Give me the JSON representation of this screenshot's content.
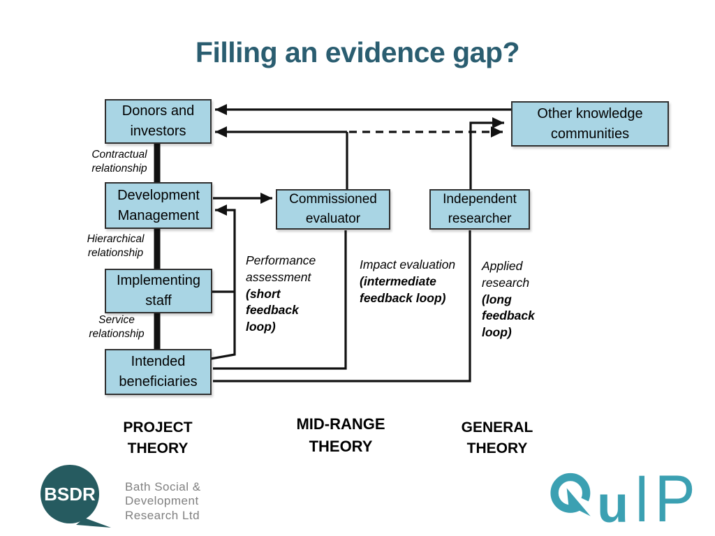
{
  "title": "Filling an evidence gap?",
  "boxes": {
    "donors": "Donors and investors",
    "other_knowledge": "Other knowledge communities",
    "dev_mgmt": "Development Management",
    "commissioned": "Commissioned evaluator",
    "independent": "Independent researcher",
    "implementing": "Implementing staff",
    "beneficiaries": "Intended beneficiaries"
  },
  "relationships": {
    "contractual": "Contractual relationship",
    "hierarchical": "Hierarchical relationship",
    "service": "Service relationship"
  },
  "loops": {
    "performance": {
      "plain": "Performance assessment ",
      "bold": "(short feedback loop)"
    },
    "impact": {
      "plain": "Impact evaluation ",
      "bold": "(intermediate feedback loop)"
    },
    "applied": {
      "plain": "Applied research ",
      "bold": "(long feedback loop)"
    }
  },
  "theories": {
    "project": "PROJECT THEORY",
    "mid_range": "MID-RANGE THEORY",
    "general": "GENERAL THEORY"
  },
  "logos": {
    "bsdr": {
      "acronym": "BSDR",
      "line1": "Bath Social &",
      "line2": "Development",
      "line3": "Research Ltd"
    },
    "quip": {
      "full": "QuIP",
      "u": "u",
      "i": "I",
      "p": "P"
    }
  },
  "colors": {
    "title_teal": "#2A5D70",
    "box_fill": "#A9D5E4",
    "box_border": "#2f2f2f",
    "line_black": "#111111",
    "bsdr_teal": "#265B60",
    "bsdr_gray": "#7f7f7f",
    "quip_teal": "#3BA0B2"
  }
}
